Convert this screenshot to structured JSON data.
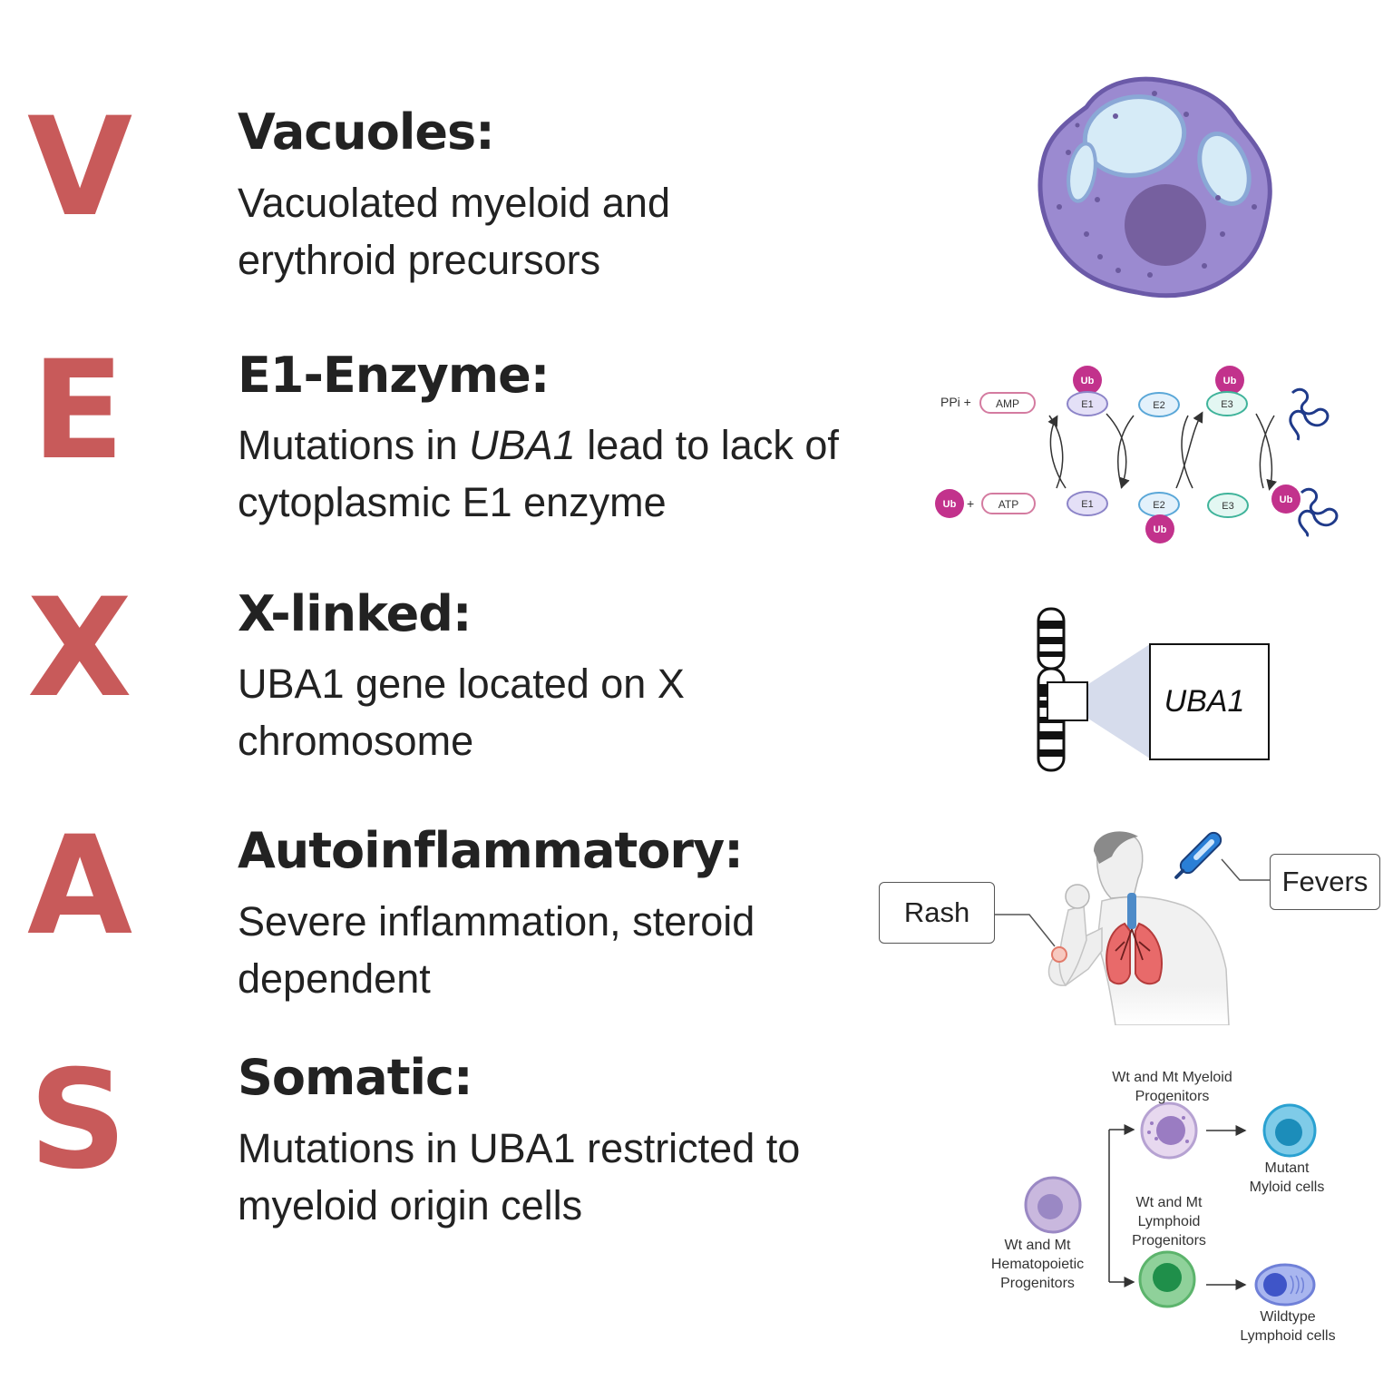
{
  "sections": [
    {
      "letter": "V",
      "heading": "Vacuoles:",
      "lines": [
        "Vacuolated myeloid and",
        "erythroid precursors"
      ]
    },
    {
      "letter": "E",
      "heading": "E1-Enzyme:",
      "lines_pre": "Mutations in ",
      "lines_italic": "UBA1",
      "lines_post": " lead to lack of",
      "line2": "cytoplasmic E1 enzyme"
    },
    {
      "letter": "X",
      "heading": "X-linked:",
      "lines": [
        "UBA1 gene located on X",
        "chromosome"
      ]
    },
    {
      "letter": "A",
      "heading": "Autoinflammatory:",
      "lines": [
        "Severe inflammation, steroid",
        "dependent"
      ]
    },
    {
      "letter": "S",
      "heading": "Somatic:",
      "lines": [
        "Mutations in UBA1 restricted to",
        "myeloid origin cells"
      ]
    }
  ],
  "ubiquitin": {
    "ppi": "PPi +",
    "amp": "AMP",
    "atp": "ATP",
    "plus": "+",
    "ub": "Ub",
    "e1": "E1",
    "e2": "E2",
    "e3": "E3"
  },
  "chromosome": {
    "gene": "UBA1"
  },
  "symptoms": {
    "rash": "Rash",
    "fevers": "Fevers"
  },
  "somatic_fig": {
    "hsc": [
      "Wt and Mt",
      "Hematopoietic",
      "Progenitors"
    ],
    "myeloid_prog": [
      "Wt and Mt Myeloid",
      "Progenitors"
    ],
    "lymphoid_prog": [
      "Wt and Mt",
      "Lymphoid",
      "Progenitors"
    ],
    "mutant": [
      "Mutant",
      "Myloid cells"
    ],
    "wildtype": [
      "Wildtype",
      "Lymphoid cells"
    ]
  },
  "colors": {
    "letter": "#c85a5a",
    "cell": "#9b8ad0",
    "ub": "#c2328c",
    "myeloid": "#2aa1d1",
    "lymphoid": "#3fa65e"
  }
}
